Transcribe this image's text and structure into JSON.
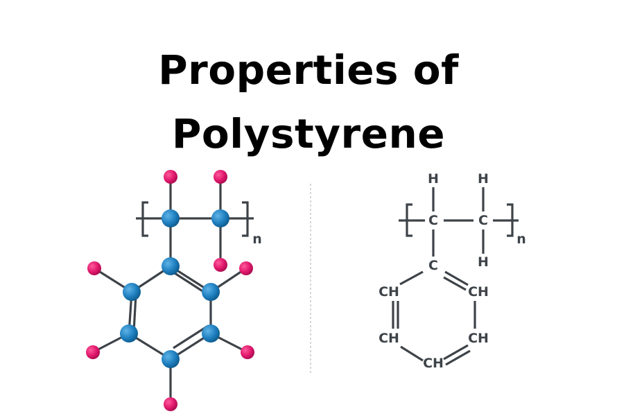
{
  "title": {
    "line1": "Properties of",
    "line2": "Polystyrene"
  },
  "colors": {
    "carbon": "#1f7fbf",
    "hydrogen": "#e0186c",
    "bond": "#3d4348"
  },
  "ball_model": {
    "repeat_subscript": "n"
  },
  "structural_formula": {
    "repeat_subscript": "n",
    "backbone": [
      "C",
      "C"
    ],
    "backbone_h": [
      "H",
      "H",
      "H"
    ],
    "ring_ipso": "C",
    "ring": [
      "CH",
      "CH",
      "CH",
      "CH",
      "CH"
    ]
  }
}
